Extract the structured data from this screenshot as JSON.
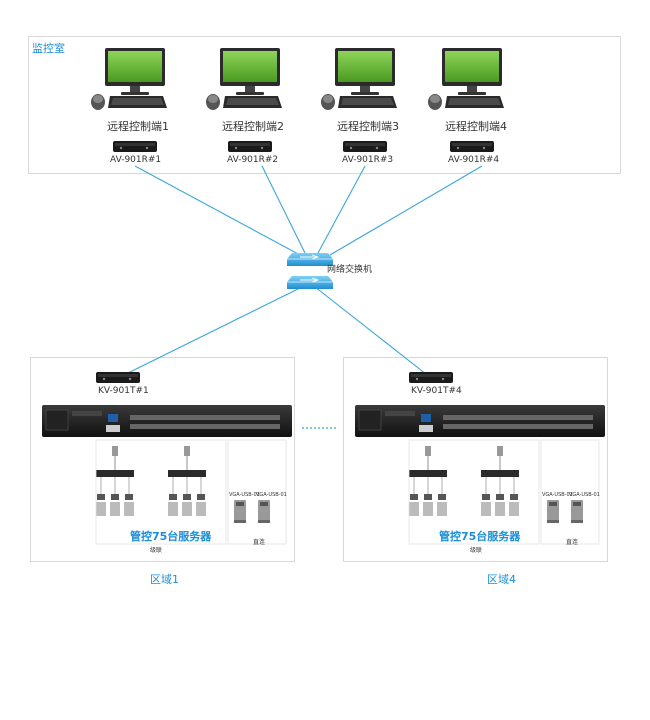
{
  "monitor_room": {
    "label": "监控室",
    "terminals": [
      {
        "name": "远程控制端1",
        "device": "AV-901R#1"
      },
      {
        "name": "远程控制端2",
        "device": "AV-901R#2"
      },
      {
        "name": "远程控制端3",
        "device": "AV-901R#3"
      },
      {
        "name": "远程控制端4",
        "device": "AV-901R#4"
      }
    ]
  },
  "switch": {
    "label": "网络交换机"
  },
  "zones": [
    {
      "transmitter": "KV-901T#1",
      "manage_label": "管控75台服务器",
      "cascade_label": "级联",
      "direct_label": "直连",
      "module_label": "VGA-USB-01",
      "zone_label": "区域1"
    },
    {
      "transmitter": "KV-901T#4",
      "manage_label": "管控75台服务器",
      "cascade_label": "级联",
      "direct_label": "直连",
      "module_label": "VGA-USB-01",
      "zone_label": "区域4"
    }
  ],
  "colors": {
    "line": "#3aa6dc",
    "accent": "#1b8fd6",
    "screen": "#6fbf3a"
  }
}
